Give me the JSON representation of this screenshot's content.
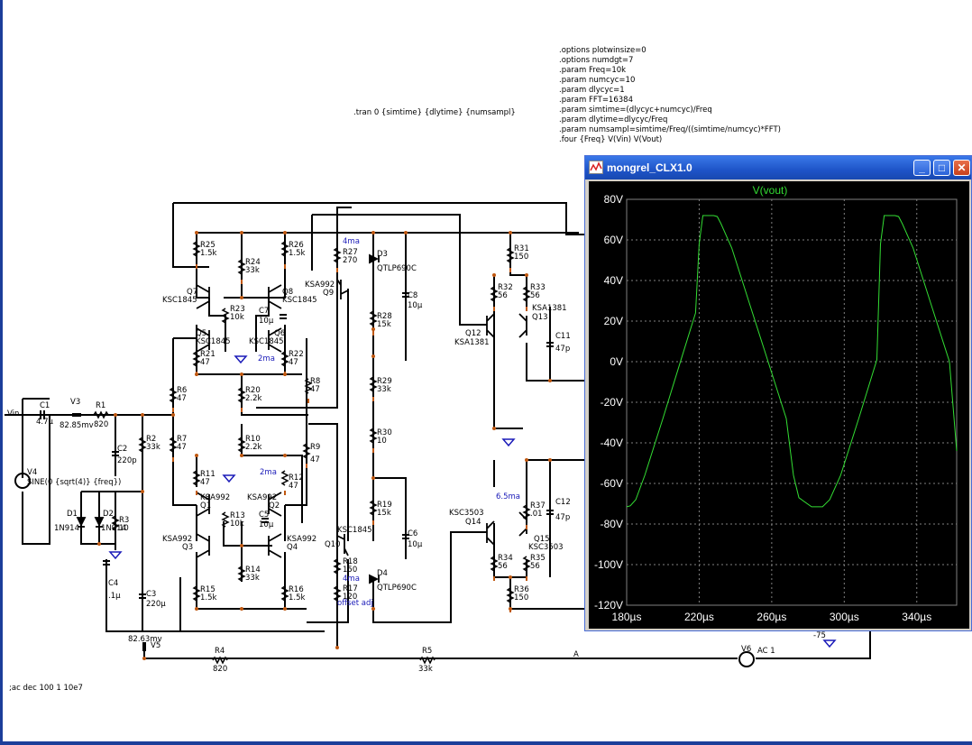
{
  "directives": {
    "lines": [
      ".options plotwinsize=0",
      ".options numdgt=7",
      ".param Freq=10k",
      ".param numcyc=10",
      ".param dlycyc=1",
      ".param FFT=16384",
      ".param simtime=(dlycyc+numcyc)/Freq",
      ".param dlytime=dlycyc/Freq",
      ".param numsampl=simtime/Freq/((simtime/numcyc)*FFT)",
      ".four {Freq} V(Vin) V(Vout)"
    ],
    "tran": ".tran 0 {simtime} {dlytime} {numsampl}",
    "ac": ";ac dec 100 1 10e7"
  },
  "labels": {
    "R25": "R25",
    "R25v": "1.5k",
    "R24": "R24",
    "R24v": "33k",
    "R26": "R26",
    "R26v": "1.5k",
    "Q7": "Q7",
    "Q7m": "KSC1845",
    "Q8": "Q8",
    "Q8m": "KSC1845",
    "R23": "R23",
    "R23v": "10k",
    "C7": "C7",
    "C7v": "10µ",
    "Q5": "Q5",
    "Q5m": "KSC1845",
    "Q6": "Q6",
    "Q6m": "KSC1845",
    "R21": "R21",
    "R21v": "47",
    "R22": "R22",
    "R22v": "47",
    "ma2a": "2ma",
    "R6": "R6",
    "R6v": "47",
    "R20": "R20",
    "R20v": "2.2k",
    "R8": "R8",
    "R8v": "47",
    "R7": "R7",
    "R7v": "47",
    "R10": "R10",
    "R10v": "2.2k",
    "R9": "R9",
    "R9v": "47",
    "R11": "R11",
    "R11v": "47",
    "R12": "R12",
    "R12v": "47",
    "ma2b": "2ma",
    "Q1": "Q1",
    "Q1m": "KSA992",
    "Q2": "Q2",
    "Q2m": "KSA992",
    "R13": "R13",
    "R13v": "10k",
    "C5": "C5",
    "C5v": "10µ",
    "Q3": "Q3",
    "Q3m": "KSA992",
    "Q4": "Q4",
    "Q4m": "KSA992",
    "R14": "R14",
    "R14v": "33k",
    "R15": "R15",
    "R15v": "1.5k",
    "R16": "R16",
    "R16v": "1.5k",
    "R27": "R27",
    "R27v": "270",
    "ma4a": "4ma",
    "Q9": "Q9",
    "Q9m": "KSA992",
    "D3": "D3",
    "D3m": "QTLP690C",
    "C8": "C8",
    "C8v": "10µ",
    "R28": "R28",
    "R28v": "15k",
    "R29": "R29",
    "R29v": "33k",
    "R30": "R30",
    "R30v": "10",
    "R19": "R19",
    "R19v": "15k",
    "C6": "C6",
    "C6v": "10µ",
    "Q10": "Q10",
    "Q10m": "KSC1845",
    "R18": "R18",
    "R18v": "150",
    "ma4b": "4ma",
    "R17": "R17",
    "R17v": "120",
    "offset": "offset adj",
    "D4": "D4",
    "D4m": "QTLP690C",
    "R31": "R31",
    "R31v": "150",
    "R32": "R32",
    "R32v": "56",
    "R33": "R33",
    "R33v": "56",
    "Q12": "Q12",
    "Q12m": "KSA1381",
    "Q13": "Q13",
    "Q13m": "KSA1381",
    "C11": "C11",
    "C11v": "47p",
    "ma65": "6.5ma",
    "R37": "R37",
    "R37v": ".01",
    "C12": "C12",
    "C12v": "47p",
    "Q14": "Q14",
    "Q14m": "KSC3503",
    "Q15": "Q15",
    "Q15m": "KSC3503",
    "R34": "R34",
    "R34v": "56",
    "R35": "R35",
    "R35v": "56",
    "R36": "R36",
    "R36v": "150",
    "Vin": "Vin",
    "C1": "C1",
    "C1v": "4.7µ",
    "V3": "V3",
    "V3v": "82.85mv",
    "R1": "R1",
    "R1v": "820",
    "R2": "R2",
    "R2v": "33k",
    "C2": "C2",
    "C2v": "220p",
    "V4": "V4",
    "V4v": "SINE(0 {sqrt(4)} {freq})",
    "D1": "D1",
    "D1m": "1N914",
    "D2": "D2",
    "D2m": "1N914",
    "R3": "R3",
    "R3v": "10",
    "C4": "C4",
    "C4v": ".1µ",
    "C3": "C3",
    "C3v": "220µ",
    "V5": "V5",
    "V5v": "82.63mv",
    "R4": "R4",
    "R4v": "820",
    "R5": "R5",
    "R5v": "33k",
    "A": "A",
    "V6": "V6",
    "V6v": "AC 1",
    "neg75": "-75"
  },
  "waveform_window": {
    "title": "mongrel_CLX1.0",
    "minimize": "_",
    "maximize": "□",
    "close": "✕",
    "colors": {
      "background": "#000000",
      "trace": "#33dd33",
      "grid": "#808080",
      "text": "#ffffff"
    }
  },
  "chart_data": {
    "type": "line",
    "title": "V(vout)",
    "xlabel": "",
    "ylabel": "",
    "x_ticks": [
      "180µs",
      "220µs",
      "260µs",
      "300µs",
      "340µs"
    ],
    "y_ticks": [
      "80V",
      "60V",
      "40V",
      "20V",
      "0V",
      "-20V",
      "-40V",
      "-60V",
      "-80V",
      "-100V",
      "-120V"
    ],
    "xlim": [
      180,
      362
    ],
    "ylim": [
      -120,
      80
    ],
    "grid": true,
    "series": [
      {
        "name": "V(vout)",
        "x": [
          180,
          182,
          185,
          190,
          200,
          210,
          218,
          220,
          222,
          228,
          230,
          232,
          238,
          248,
          258,
          268,
          272,
          275,
          282,
          288,
          292,
          298,
          308,
          318,
          320,
          322,
          328,
          330,
          332,
          338,
          348,
          358,
          362
        ],
        "y": [
          -71.5,
          -71,
          -68,
          -56,
          -28,
          1,
          24,
          58,
          72,
          72,
          71.5,
          68,
          56,
          28,
          0,
          -28,
          -56,
          -67,
          -71.5,
          -71.5,
          -68,
          -56,
          -28,
          1,
          58,
          72,
          72,
          71.5,
          68,
          56,
          28,
          0,
          -44
        ]
      }
    ]
  }
}
